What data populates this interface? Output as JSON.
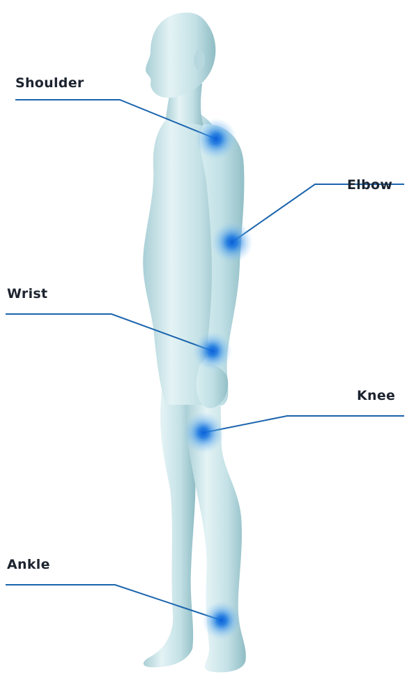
{
  "labels": {
    "shoulder": "Shoulder",
    "elbow": "Elbow",
    "wrist": "Wrist",
    "knee": "Knee",
    "ankle": "Ankle"
  },
  "colors": {
    "line": "#1a64ad",
    "hotspot": "#1b78e0",
    "skin_light": "#e9f6f8",
    "skin_mid": "#bfdfe4",
    "skin_dark": "#8fbcc4",
    "text": "#1d2430"
  }
}
